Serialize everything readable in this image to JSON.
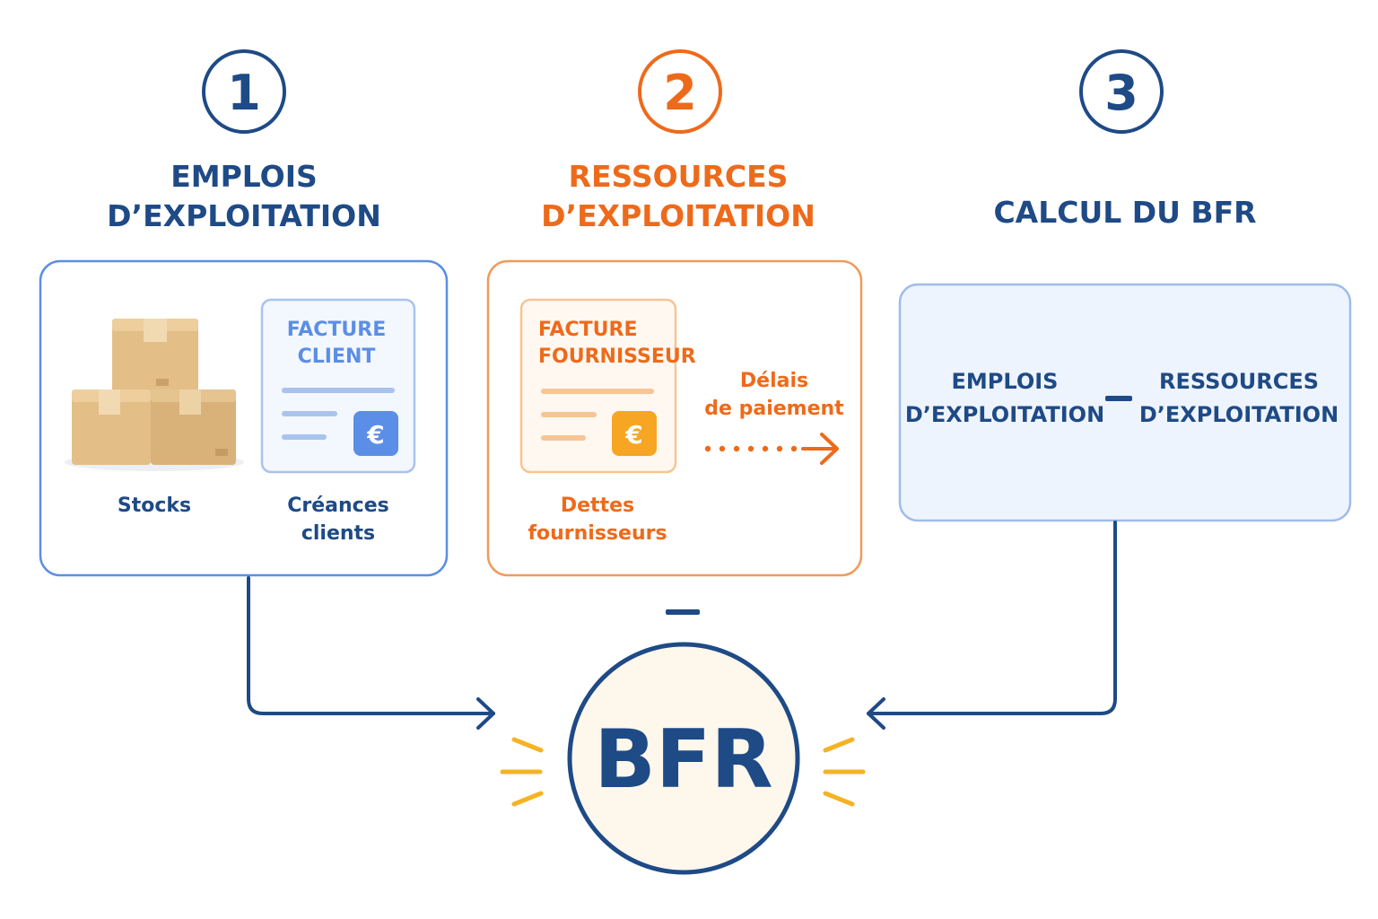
{
  "step1": {
    "number": "1",
    "title_line1": "EMPLOIS",
    "title_line2": "D’EXPLOITATION",
    "invoice_line1": "FACTURE",
    "invoice_line2": "CLIENT",
    "euro_symbol": "€",
    "stocks_label": "Stocks",
    "receivables_line1": "Créances",
    "receivables_line2": "clients"
  },
  "step2": {
    "number": "2",
    "title_line1": "RESSOURCES",
    "title_line2": "D’EXPLOITATION",
    "invoice_line1": "FACTURE",
    "invoice_line2": "FOURNISSEUR",
    "euro_symbol": "€",
    "delay_line1": "Délais",
    "delay_line2": "de paiement",
    "payables_line1": "Dettes",
    "payables_line2": "fournisseurs"
  },
  "step3": {
    "number": "3",
    "title": "CALCUL DU BFR",
    "left_line1": "EMPLOIS",
    "left_line2": "D’EXPLOITATION",
    "right_line1": "RESSOURCES",
    "right_line2": "D’EXPLOITATION"
  },
  "result": {
    "label": "BFR"
  },
  "colors": {
    "navy": "#1E4A86",
    "orange": "#EE6A1B",
    "blue_light": "#5B8EE6",
    "box_tan": "#E3BE86",
    "spark": "#F5B324"
  }
}
